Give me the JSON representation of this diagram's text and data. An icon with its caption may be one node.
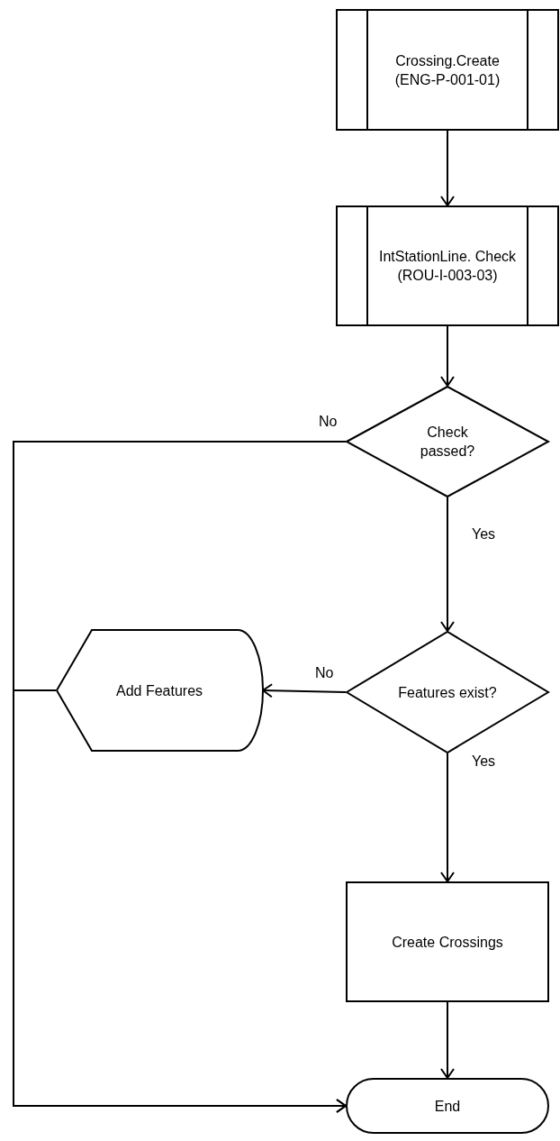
{
  "diagram": {
    "nodes": [
      {
        "text": [
          "Crossing.Create (ENG-P-001-01)"
        ]
      },
      {
        "text": [
          "IntStationLine. Check (ROU-I-003-03)"
        ]
      },
      {
        "text": [
          "Check passed?"
        ]
      },
      {
        "text": [
          "Features exist?"
        ]
      },
      {
        "text": [
          "Add Features"
        ]
      },
      {
        "text": [
          "Create Crossings"
        ]
      },
      {
        "text": [
          "End"
        ]
      }
    ],
    "edges": [
      {
        "from": 0,
        "to": 1,
        "arrow": "to"
      },
      {
        "from": 1,
        "to": 2,
        "arrow": "to"
      },
      {
        "from": 2,
        "to": 6,
        "label": "No",
        "arrow": "to"
      },
      {
        "from": 2,
        "to": 3,
        "label": "Yes",
        "arrow": "to"
      },
      {
        "from": 3,
        "to": 4,
        "label": "No",
        "arrow": "to"
      },
      {
        "from": 4,
        "to": 6,
        "arrow": "to"
      },
      {
        "from": 3,
        "to": 5,
        "label": "Yes",
        "arrow": "to"
      },
      {
        "from": 5,
        "to": 6,
        "arrow": "to"
      }
    ]
  }
}
